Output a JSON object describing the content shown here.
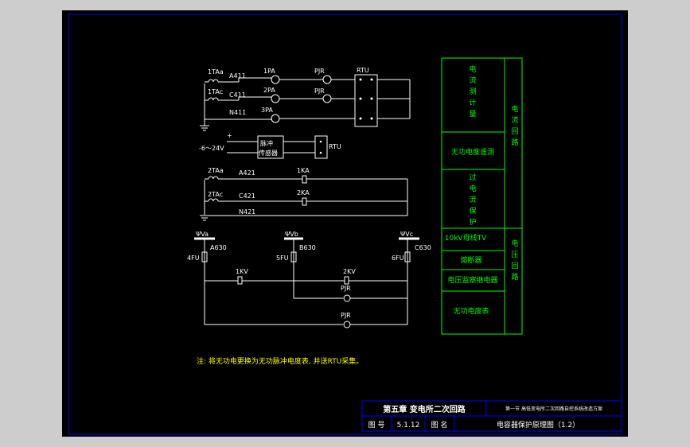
{
  "colors": {
    "background": "#000000",
    "canvas": "#cdcdcd",
    "wire": "#ffffff",
    "table": "#00ff00",
    "frame": "#0000ff",
    "note": "#ffff00",
    "title_text": "#ffffff"
  },
  "circuit": {
    "ct1": {
      "tag_a": "1TAa",
      "tag_c": "1TAc",
      "wire_a": "A411",
      "wire_c": "C411",
      "wire_n": "N411",
      "meter_1": "1PA",
      "meter_2": "2PA",
      "meter_3": "3PA",
      "pjr_1": "PJR",
      "pjr_2": "PJR",
      "rtu": "RTU"
    },
    "pulse": {
      "plus": "+",
      "voltage": "-6～24V",
      "minus": "_",
      "sensor_line1": "脉冲",
      "sensor_line2": "传感器",
      "rtu": "RTU"
    },
    "ct2": {
      "tag_a": "2TAa",
      "tag_c": "2TAc",
      "wire_a": "A421",
      "wire_c": "C421",
      "wire_n": "N421",
      "relay_1": "1KA",
      "relay_2": "2KA"
    },
    "voltage": {
      "bus_a": "ΨVa",
      "bus_b": "ΨVb",
      "bus_c": "ΨVc",
      "wire_a": "A630",
      "wire_b": "B630",
      "wire_c": "C630",
      "fuse_a": "4FU",
      "fuse_b": "5FU",
      "fuse_c": "6FU",
      "kv1": "1KV",
      "kv2": "2KV",
      "pjr_1": "PJR",
      "pjr_2": "PJR"
    }
  },
  "legend_table": {
    "rows": [
      {
        "label_lines": [
          "电",
          "流",
          "测",
          "计",
          "量"
        ]
      },
      {
        "label_lines": [
          "无功电度遥测"
        ]
      },
      {
        "label_lines": [
          "过",
          "电",
          "流",
          "保",
          "护"
        ]
      },
      {
        "label_lines": [
          "10kV母线TV"
        ]
      },
      {
        "label_lines": [
          "熔断器"
        ]
      },
      {
        "label_lines": [
          "电压监察继电器"
        ]
      },
      {
        "label_lines": [
          "无功电度表"
        ]
      }
    ],
    "groups": [
      {
        "label_lines": [
          "电",
          "流",
          "回",
          "路"
        ]
      },
      {
        "label_lines": [
          "电",
          "压",
          "回",
          "路"
        ]
      }
    ]
  },
  "note": "注: 将无功电更换为无功脉冲电度表, 并送RTU采集。",
  "title_block": {
    "chapter": "第五章 变电所二次回路",
    "section": "第一节 高低变电所二次回路自控系统改造方案",
    "fig_no_label": "图 号",
    "fig_no": "5.1.12",
    "fig_name_label": "图 名",
    "fig_name": "电容器保护原理图（1.2）"
  }
}
